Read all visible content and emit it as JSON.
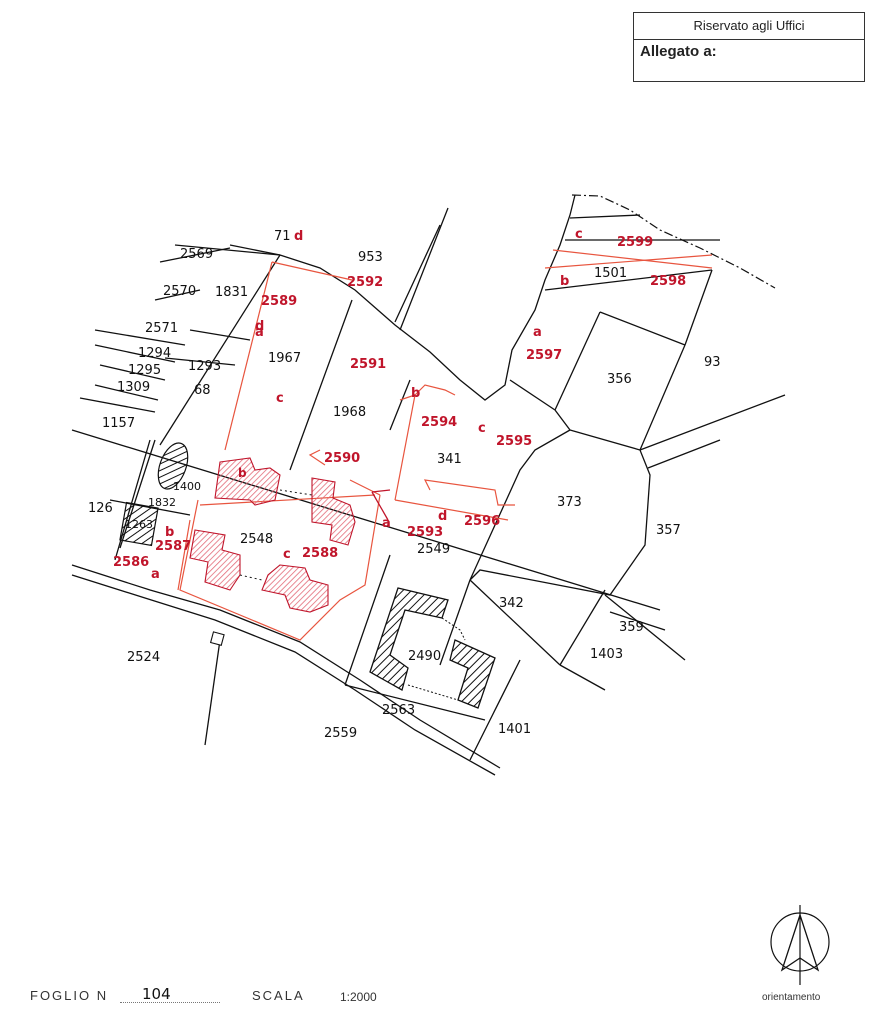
{
  "office_box": {
    "header": "Riservato agli Uffici",
    "allegato_label": "Allegato a:"
  },
  "footer": {
    "foglio_label": "FOGLIO N",
    "foglio_value": "104",
    "scala_label": "SCALA",
    "scala_value": "1:2000",
    "orientation_label": "orientamento"
  },
  "colors": {
    "ink": "#111111",
    "red_pen": "#c0152b",
    "red_line": "#e8553f",
    "hatch_red": "#e36b78"
  },
  "parcels_black": [
    "71",
    "953",
    "2569",
    "2570",
    "1831",
    "2571",
    "1294",
    "1295",
    "1309",
    "1293",
    "68",
    "1157",
    "1967",
    "1968",
    "1501",
    "356",
    "93",
    "341",
    "373",
    "357",
    "1400",
    "1832",
    "126",
    "1263",
    "2548",
    "2549",
    "342",
    "359",
    "1403",
    "2490",
    "2524",
    "2563",
    "1401",
    "2559"
  ],
  "parcels_red": [
    "2592",
    "2589",
    "2591",
    "2590",
    "2594",
    "2595",
    "2593",
    "2596",
    "2597",
    "2598",
    "2599",
    "2587",
    "2586",
    "2588"
  ],
  "letters_red": [
    "d",
    "d",
    "c",
    "b",
    "c",
    "a",
    "d",
    "b",
    "c",
    "a",
    "c",
    "b",
    "a",
    "b",
    "a"
  ]
}
